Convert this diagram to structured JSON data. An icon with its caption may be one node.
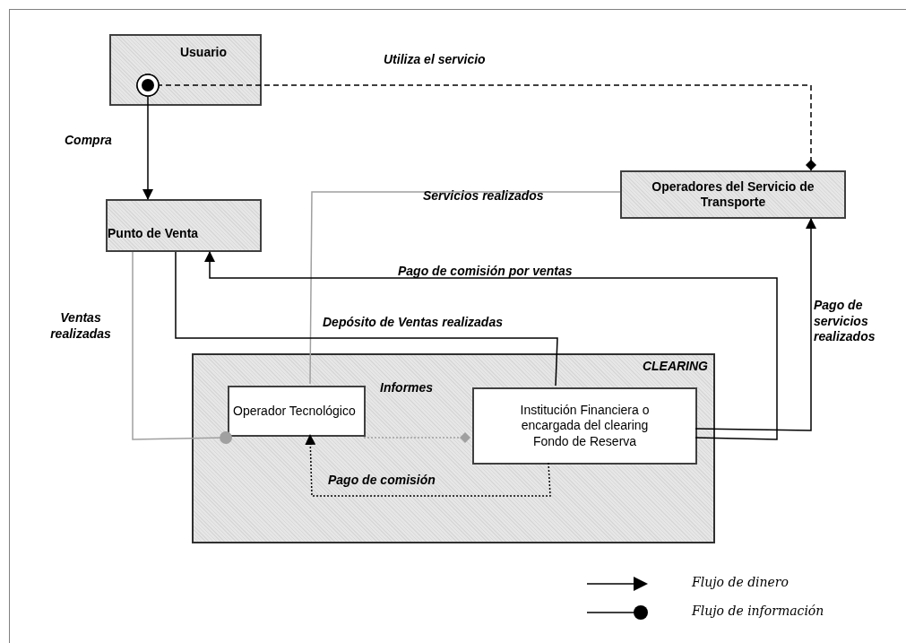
{
  "diagram": {
    "nodes": [
      {
        "text": [
          "Usuario"
        ]
      },
      {
        "text": [
          "Operadores del Servicio de Transporte"
        ]
      },
      {
        "text": [
          "Punto de Venta"
        ]
      },
      {
        "text": [
          "CLEARING"
        ]
      },
      {
        "text": [
          "Operador Tecnológico"
        ],
        "in": 3
      },
      {
        "text": [
          "Institución Financiera o encargada del clearing",
          "Fondo de Reserva"
        ],
        "in": 3
      }
    ],
    "edges": [
      {
        "from": 0,
        "to": 1,
        "arrow": "other",
        "label": "Utiliza el servicio",
        "style": "dashed"
      },
      {
        "from": 0,
        "to": 2,
        "arrow": "to",
        "label": "Compra"
      },
      {
        "from": 1,
        "to": 4,
        "arrow": "none",
        "label": "Servicios realizados",
        "color": "#a0a0a0"
      },
      {
        "from": 2,
        "to": 4,
        "arrow": "other",
        "label": "Ventas realizadas",
        "color": "#a0a0a0"
      },
      {
        "from": 2,
        "to": 5,
        "arrow": "none",
        "label": "Depósito de Ventas realizadas"
      },
      {
        "from": 5,
        "to": 2,
        "arrow": "to",
        "label": "Pago de comisión por ventas"
      },
      {
        "from": 5,
        "to": 1,
        "arrow": "to",
        "label": "Pago de servicios realizados"
      },
      {
        "from": 4,
        "to": 5,
        "arrow": "other",
        "label": "Informes",
        "style": "dashed",
        "color": "#a0a0a0"
      },
      {
        "from": 5,
        "to": 4,
        "arrow": "to",
        "label": "Pago de comisión",
        "style": "dashed"
      }
    ],
    "legend": [
      {
        "text": "Flujo de dinero"
      },
      {
        "text": "Flujo de información"
      }
    ]
  }
}
